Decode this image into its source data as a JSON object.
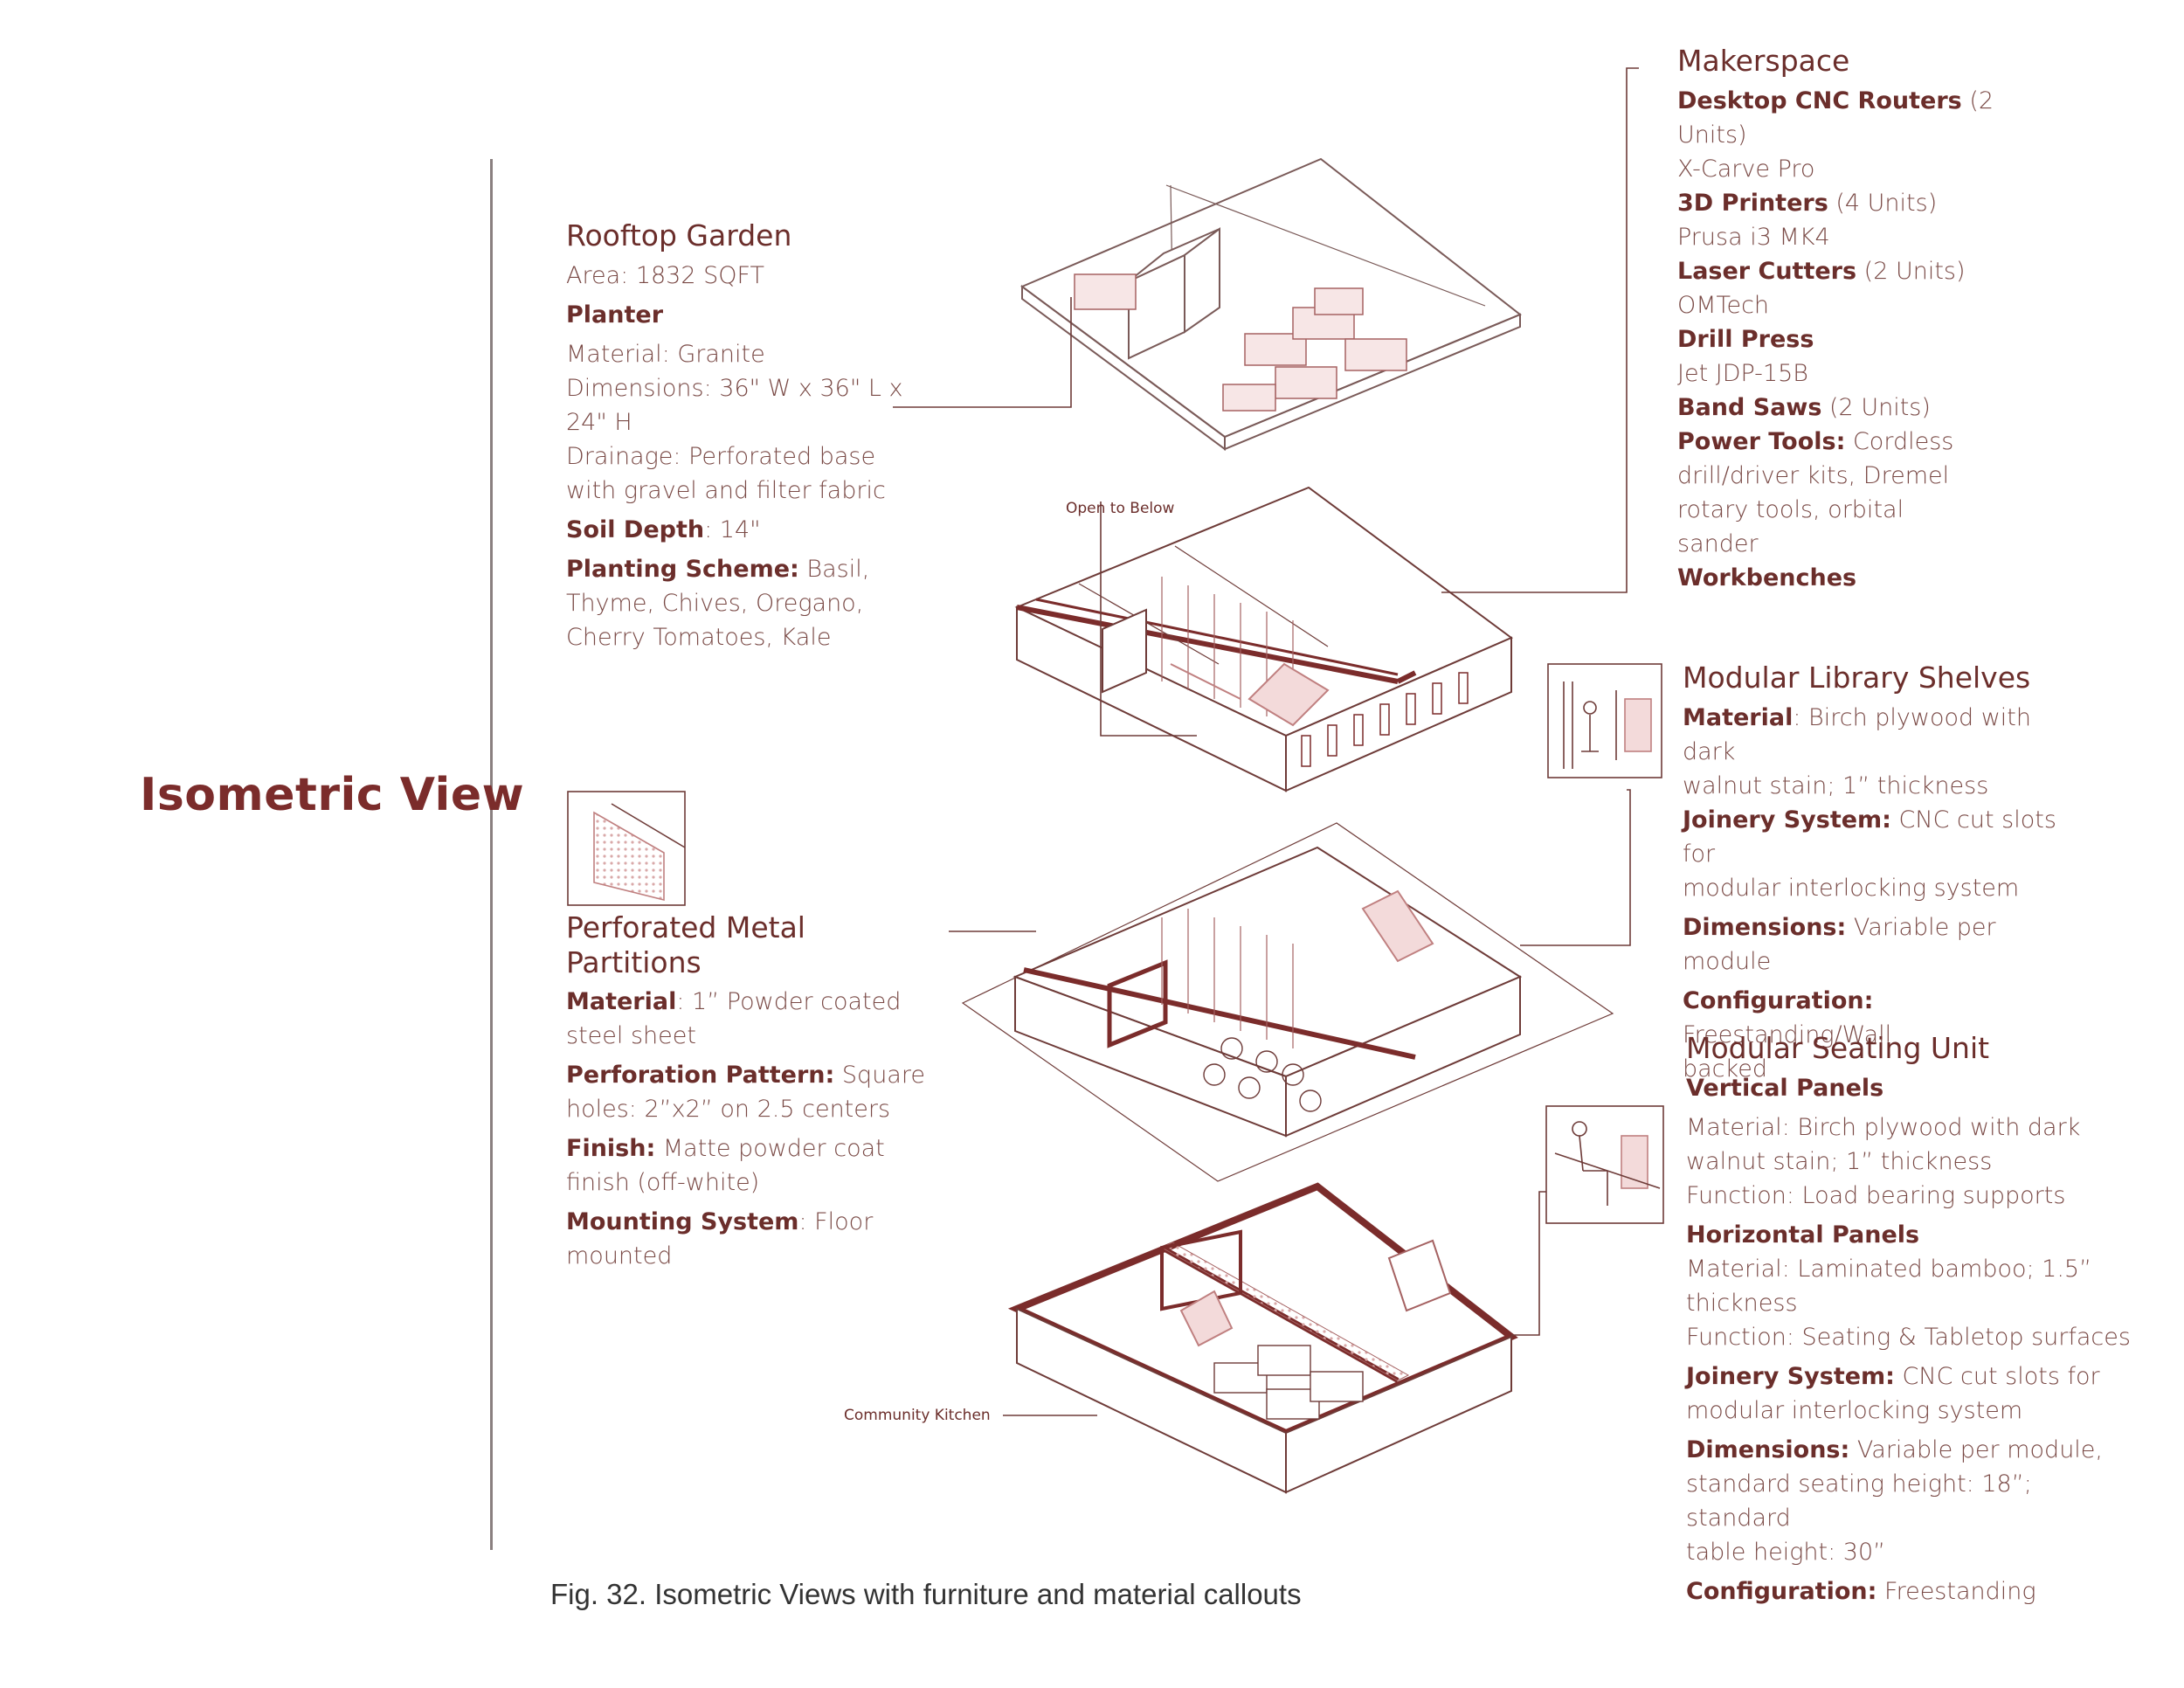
{
  "section_title": "Isometric View",
  "caption": "Fig. 32. Isometric Views with furniture and material callouts",
  "labels": {
    "open_to_below": "Open to Below",
    "community_kitchen": "Community Kitchen"
  },
  "rooftop": {
    "title": "Rooftop Garden",
    "area": "Area: 1832 SQFT",
    "planter": "Planter",
    "material": "Material: Granite",
    "dimensions_1": "Dimensions: 36\" W x 36\" L x",
    "dimensions_2": "24\" H",
    "drainage_1": "Drainage: Perforated base",
    "drainage_2": "with gravel and filter fabric",
    "soil_key": "Soil Depth",
    "soil_val": ": 14\"",
    "planting_key": "Planting Scheme:",
    "planting_1": " Basil,",
    "planting_2": "Thyme, Chives, Oregano,",
    "planting_3": "Cherry Tomatoes, Kale"
  },
  "makerspace": {
    "title": "Makerspace",
    "cnc_key": "Desktop CNC Routers",
    "cnc_val": " (2",
    "cnc_2": "Units)",
    "cnc_model": "X-Carve Pro",
    "printers_key": "3D Printers",
    "printers_val": " (4 Units)",
    "printers_model": "Prusa i3 MK4",
    "laser_key": "Laser Cutters",
    "laser_val": " (2 Units)",
    "laser_model": "OMTech",
    "drill_key": "Drill Press",
    "drill_model": "Jet JDP-15B",
    "band_key": "Band Saws",
    "band_val": " (2 Units)",
    "power_key": "Power Tools:",
    "power_1": " Cordless",
    "power_2": "drill/driver kits, Dremel",
    "power_3": "rotary tools, orbital",
    "power_4": "sander",
    "workbenches": "Workbenches"
  },
  "library": {
    "title": "Modular Library Shelves",
    "material_key": "Material",
    "material_1": ": Birch plywood with dark",
    "material_2": "walnut stain; 1” thickness",
    "joinery_key": "Joinery System:",
    "joinery_1": " CNC cut slots for",
    "joinery_2": "modular interlocking system",
    "dimensions_key": "Dimensions:",
    "dimensions_val": " Variable per module",
    "config_key": "Configuration:",
    "config_1": " Freestanding/Wall",
    "config_2": "backed"
  },
  "partitions": {
    "title": "Perforated Metal Partitions",
    "material_key": "Material",
    "material_1": ": 1” Powder coated",
    "material_2": "steel sheet",
    "pattern_key": "Perforation Pattern:",
    "pattern_1": " Square",
    "pattern_2": "holes: 2”x2” on 2.5 centers",
    "finish_key": "Finish:",
    "finish_1": " Matte powder coat",
    "finish_2": "finish (off-white)",
    "mounting_key": "Mounting System",
    "mounting_1": ": Floor",
    "mounting_2": "mounted"
  },
  "seating": {
    "title": "Modular Seating Unit",
    "vertical": "Vertical Panels",
    "v_material_1": "Material: Birch plywood with dark",
    "v_material_2": "walnut stain; 1” thickness",
    "v_function": "Function: Load bearing supports",
    "horizontal": "Horizontal Panels",
    "h_material_1": "Material: Laminated bamboo; 1.5”",
    "h_material_2": "thickness",
    "h_function": "Function: Seating & Tabletop surfaces",
    "joinery_key": "Joinery System:",
    "joinery_1": " CNC cut slots for",
    "joinery_2": "modular interlocking system",
    "dimensions_key": "Dimensions:",
    "dimensions_1": " Variable per module,",
    "dimensions_2": "standard seating height: 18”; standard",
    "dimensions_3": "table height: 30”",
    "config_key": "Configuration:",
    "config_val": " Freestanding"
  },
  "colors": {
    "accent": "#7b2c2b",
    "line": "#6e3b38",
    "fill_light": "#f3dada"
  }
}
